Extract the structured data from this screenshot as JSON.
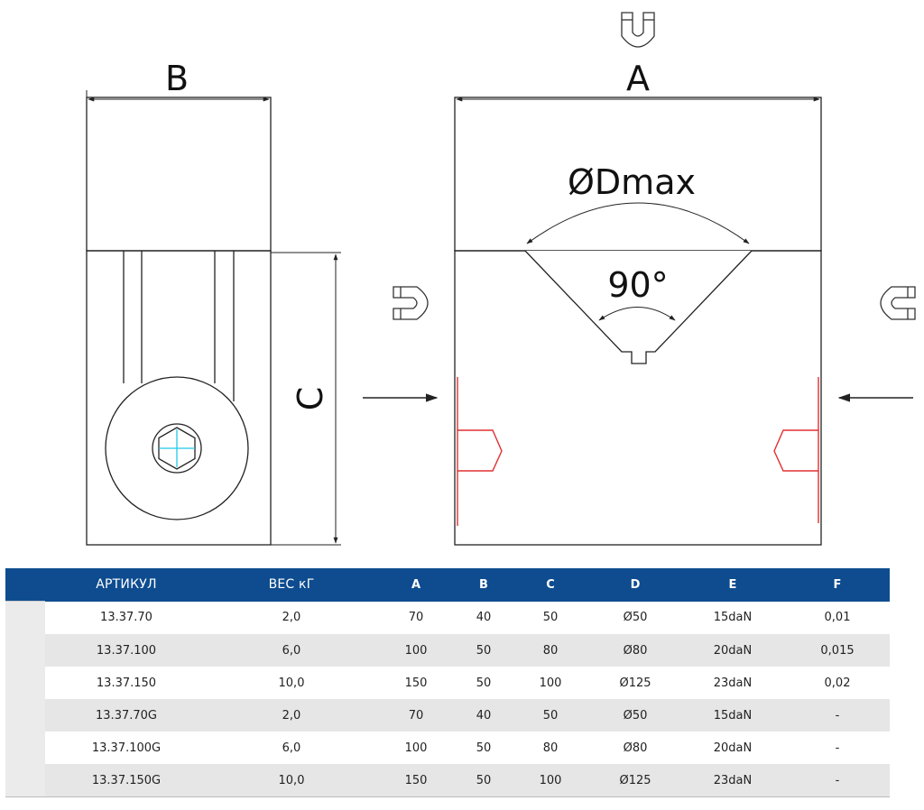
{
  "drawing": {
    "labels": {
      "dim_a": "A",
      "dim_b": "B",
      "dim_c": "C",
      "dim_d": "ØDmax",
      "angle": "90°"
    },
    "icons": [
      "magnet-icon-top",
      "magnet-icon-left",
      "magnet-icon-right"
    ],
    "colors": {
      "line": "#222222",
      "accent": "#e03030",
      "hex_key": "#20c8e8"
    }
  },
  "table": {
    "header_color": "#0e4c8f",
    "columns": [
      "АРТИКУЛ",
      "ВЕС кГ",
      "A",
      "B",
      "C",
      "D",
      "E",
      "F"
    ],
    "rows": [
      [
        "13.37.70",
        "2,0",
        "70",
        "40",
        "50",
        "Ø50",
        "15daN",
        "0,01"
      ],
      [
        "13.37.100",
        "6,0",
        "100",
        "50",
        "80",
        "Ø80",
        "20daN",
        "0,015"
      ],
      [
        "13.37.150",
        "10,0",
        "150",
        "50",
        "100",
        "Ø125",
        "23daN",
        "0,02"
      ],
      [
        "13.37.70G",
        "2,0",
        "70",
        "40",
        "50",
        "Ø50",
        "15daN",
        "-"
      ],
      [
        "13.37.100G",
        "6,0",
        "100",
        "50",
        "80",
        "Ø80",
        "20daN",
        "-"
      ],
      [
        "13.37.150G",
        "10,0",
        "150",
        "50",
        "100",
        "Ø125",
        "23daN",
        "-"
      ]
    ]
  }
}
